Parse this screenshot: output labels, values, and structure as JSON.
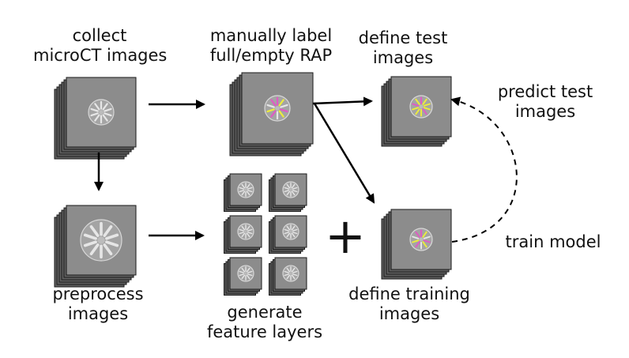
{
  "labels": {
    "collect": [
      "collect",
      "microCT images"
    ],
    "manual_label": [
      "manually label",
      "full/empty RAP"
    ],
    "define_test": [
      "define test",
      "images"
    ],
    "predict": [
      "predict test",
      "images"
    ],
    "preprocess": [
      "preprocess",
      "images"
    ],
    "generate": [
      "generate",
      "feature layers"
    ],
    "define_training": [
      "define training",
      "images"
    ],
    "train": [
      "train model"
    ]
  },
  "plus_symbol": "+",
  "colors": {
    "slice_fill": "#8c8c8c",
    "slice_stroke": "#1a1a1a",
    "slice_shadow": "#5f5f5f",
    "root_light": "#e6e6e6",
    "root_magenta": "#e05bc4",
    "root_yellow": "#ecec3c",
    "arrow": "#000000"
  }
}
